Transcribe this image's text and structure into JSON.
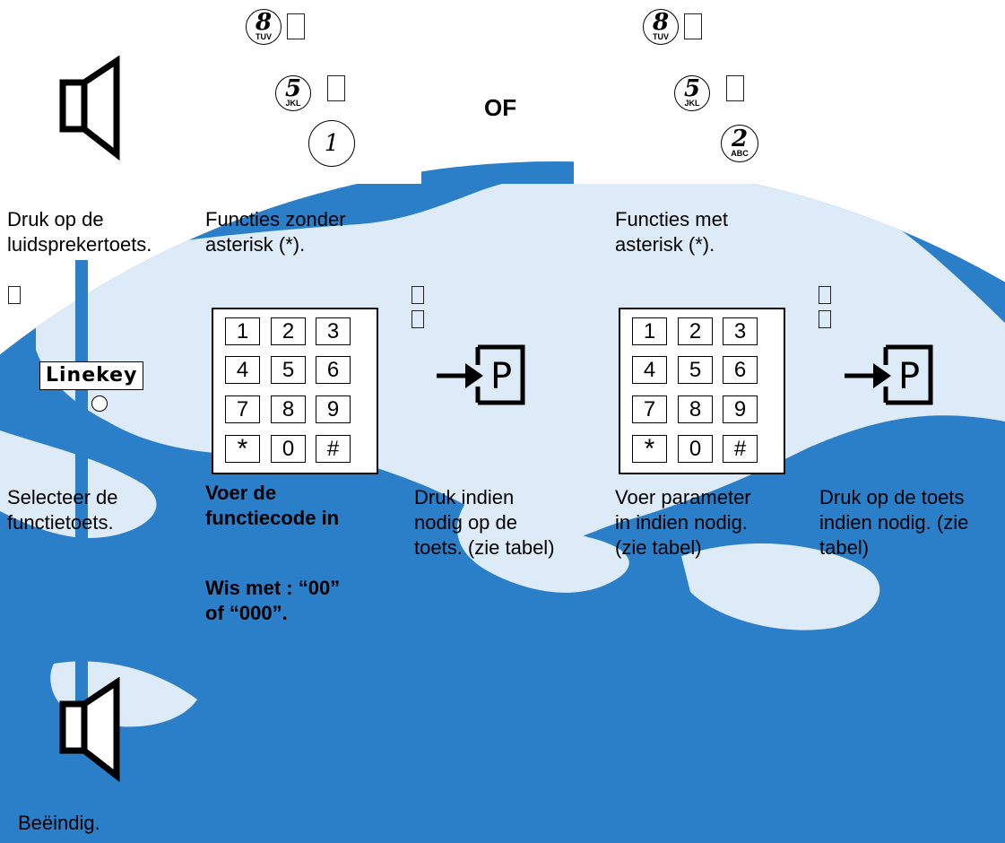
{
  "watermark": {
    "primary_color": "#2b7fc8",
    "light_color": "#dcebf7"
  },
  "steps": {
    "speaker_on": {
      "icon": "speaker-icon",
      "caption_line1": "Druk op de",
      "caption_line2": "luidsprekertoets."
    },
    "keys_without_asterisk": {
      "keys": [
        {
          "digit": "8",
          "letters": "TUV"
        },
        {
          "digit": "5",
          "letters": "JKL"
        },
        {
          "digit": "1",
          "letters": ""
        }
      ],
      "caption_line1": "Functies zonder",
      "caption_line2": "asterisk (*)."
    },
    "or_label": "OF",
    "keys_with_asterisk": {
      "keys": [
        {
          "digit": "8",
          "letters": "TUV"
        },
        {
          "digit": "5",
          "letters": "JKL"
        },
        {
          "digit": "2",
          "letters": "ABC"
        }
      ],
      "caption_line1": "Functies met",
      "caption_line2": "asterisk (*)."
    },
    "select_key": {
      "button_label": "Linekey",
      "caption_line1": "Selecteer de",
      "caption_line2": "functietoets."
    },
    "enter_code": {
      "keypad": [
        "1",
        "2",
        "3",
        "4",
        "5",
        "6",
        "7",
        "8",
        "9",
        "*",
        "0",
        "#"
      ],
      "caption_line1": "Voer de",
      "caption_line2": "functiecode in",
      "clear_line1": "Wis met : “00”",
      "clear_line2": "of “000”."
    },
    "park_key_1": {
      "icon": "park-key-icon",
      "label": "P",
      "caption_line1": "Druk indien",
      "caption_line2": "nodig op de",
      "caption_line3": "toets. (zie tabel)"
    },
    "enter_parameter": {
      "keypad": [
        "1",
        "2",
        "3",
        "4",
        "5",
        "6",
        "7",
        "8",
        "9",
        "*",
        "0",
        "#"
      ],
      "caption_line1": "Voer parameter",
      "caption_line2": "in indien nodig.",
      "caption_line3": "(zie tabel)"
    },
    "park_key_2": {
      "icon": "park-key-icon",
      "label": "P",
      "caption_line1": "Druk op de toets",
      "caption_line2": "indien nodig. (zie",
      "caption_line3": "tabel)"
    },
    "speaker_off": {
      "icon": "speaker-icon",
      "caption": "Beëindig."
    }
  }
}
